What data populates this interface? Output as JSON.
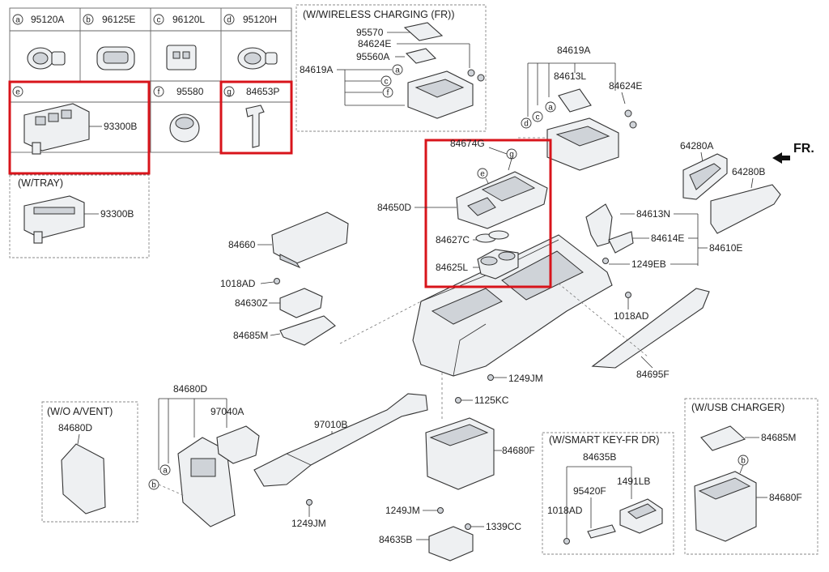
{
  "header_row": {
    "cells": [
      {
        "letter": "a",
        "code": "95120A"
      },
      {
        "letter": "b",
        "code": "96125E"
      },
      {
        "letter": "c",
        "code": "96120L"
      },
      {
        "letter": "d",
        "code": "95120H"
      }
    ]
  },
  "second_row": {
    "e_letter": "e",
    "f_letter": "f",
    "f_code": "95580",
    "g_letter": "g",
    "g_code": "84653P",
    "e_part": "93300B"
  },
  "tray": {
    "title": "(W/TRAY)",
    "part": "93300B"
  },
  "wireless": {
    "title": "(W/WIRELESS CHARGING (FR))",
    "p1": "95570",
    "p2": "84624E",
    "p3": "95560A",
    "p4": "84619A",
    "c1": "a",
    "c2": "c",
    "c3": "f"
  },
  "upper_right": {
    "p1": "84619A",
    "p2": "84613L",
    "p3": "84624E",
    "c1": "d",
    "c2": "c",
    "c3": "a"
  },
  "front": {
    "label": "FR."
  },
  "right_parts": {
    "p1": "64280A",
    "p2": "64280B",
    "p3": "84613N",
    "p4": "84614E",
    "p5": "84610E",
    "p6": "1249EB",
    "p7": "1018AD",
    "p8": "84695F"
  },
  "center_box": {
    "p1": "84674G",
    "p2": "84650D",
    "p3": "84627C",
    "p4": "84625L",
    "c1": "g",
    "c2": "e"
  },
  "left_parts": {
    "p1": "84660",
    "p2": "1018AD",
    "p3": "84630Z",
    "p4": "84685M"
  },
  "lower_mid": {
    "p1": "1249JM",
    "p2": "1125KC",
    "p3": "84680F",
    "p4": "1249JM",
    "p5": "84635B",
    "p6": "1339CC"
  },
  "no_vent": {
    "title": "(W/O A/VENT)",
    "part": "84680D"
  },
  "bottom_left": {
    "p1": "84680D",
    "p2": "97040A",
    "p3": "97010B",
    "p4": "1249JM",
    "c1": "a",
    "c2": "b"
  },
  "smart_key": {
    "title": "(W/SMART KEY-FR DR)",
    "p1": "84635B",
    "p2": "1491LB",
    "p3": "95420F",
    "p4": "1018AD"
  },
  "usb": {
    "title": "(W/USB CHARGER)",
    "p1": "84685M",
    "p2": "84680F",
    "c1": "b"
  }
}
